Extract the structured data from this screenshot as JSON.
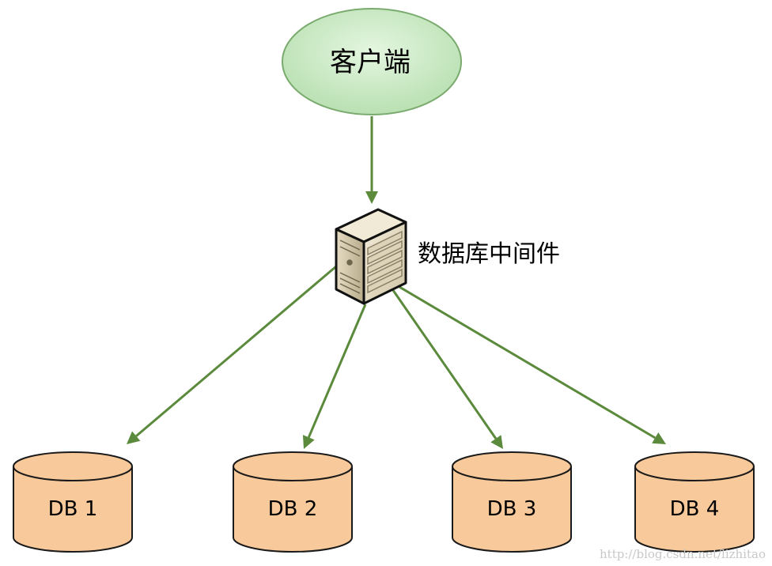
{
  "nodes": {
    "client": {
      "label": "客户端"
    },
    "middleware": {
      "label": "数据库中间件"
    },
    "databases": [
      {
        "label": "DB 1"
      },
      {
        "label": "DB 2"
      },
      {
        "label": "DB 3"
      },
      {
        "label": "DB 4"
      }
    ]
  },
  "edges": [
    {
      "from": "client",
      "to": "middleware"
    },
    {
      "from": "middleware",
      "to": "DB 1"
    },
    {
      "from": "middleware",
      "to": "DB 2"
    },
    {
      "from": "middleware",
      "to": "DB 3"
    },
    {
      "from": "middleware",
      "to": "DB 4"
    }
  ],
  "watermark": {
    "text": "http://blog.csdn.net/lizhitao"
  },
  "colors": {
    "client_fill": "#cdecc8",
    "client_stroke": "#7aab6e",
    "db_fill": "#f8c99a",
    "db_stroke": "#1a1a1a",
    "edge": "#5b8a3c",
    "server_body": "#e9e2cf",
    "server_outline": "#111111"
  }
}
